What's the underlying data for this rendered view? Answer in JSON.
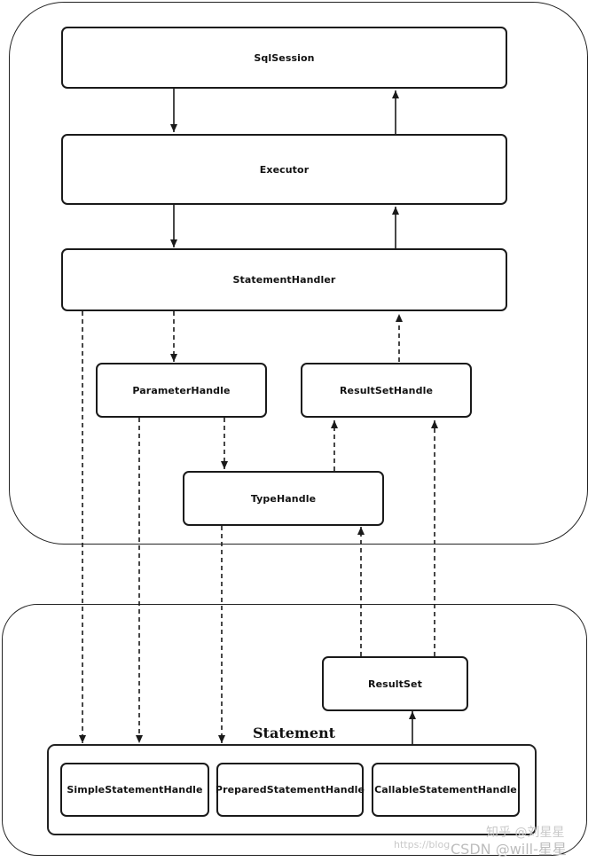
{
  "nodes": {
    "sql_session": "SqlSession",
    "executor": "Executor",
    "statement_handler": "StatementHandler",
    "parameter_handle": "ParameterHandle",
    "result_set_handle": "ResultSetHandle",
    "type_handle": "TypeHandle",
    "result_set": "ResultSet",
    "simple_statement_handle": "SimpleStatementHandle",
    "prepared_statement_handle": "PreparedStatementHandle",
    "callable_statement_handle": "CallableStatementHandle"
  },
  "groups": {
    "statement": "Statement"
  },
  "watermark": {
    "left": "https://blog",
    "zhihu": "知乎 @刘星星",
    "csdn": "CSDN @will-星星"
  },
  "colors": {
    "line": "#1a1a1a",
    "watermark": "#c9c9c9"
  }
}
